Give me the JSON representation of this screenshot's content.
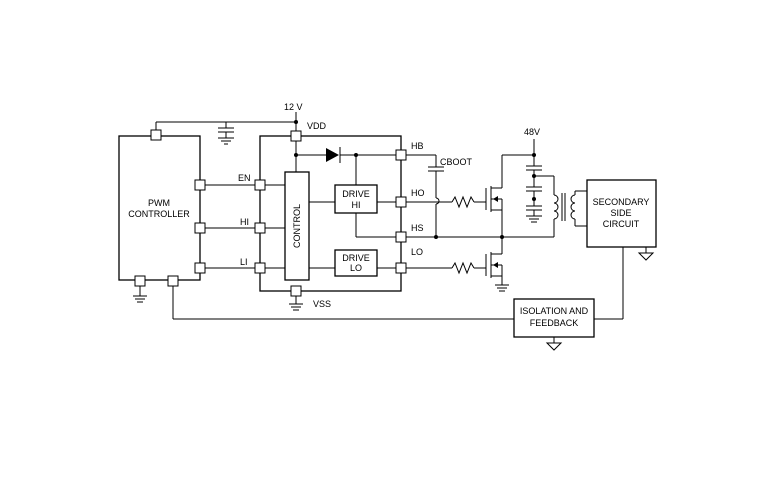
{
  "labels": {
    "vdd_supply": "12 V",
    "vdd_pin": "VDD",
    "vss_pin": "VSS",
    "hb_pin": "HB",
    "ho_pin": "HO",
    "hs_pin": "HS",
    "lo_pin": "LO",
    "cboot": "CBOOT",
    "bus_voltage": "48V",
    "en_pin": "EN",
    "hi_pin": "HI",
    "li_pin": "LI",
    "pwm_line1": "PWM",
    "pwm_line2": "CONTROLLER",
    "control": "CONTROL",
    "drive_hi_line1": "DRIVE",
    "drive_hi_line2": "HI",
    "drive_lo_line1": "DRIVE",
    "drive_lo_line2": "LO",
    "secondary_line1": "SECONDARY",
    "secondary_line2": "SIDE",
    "secondary_line3": "CIRCUIT",
    "isolation_line1": "ISOLATION AND",
    "isolation_line2": "FEEDBACK"
  }
}
